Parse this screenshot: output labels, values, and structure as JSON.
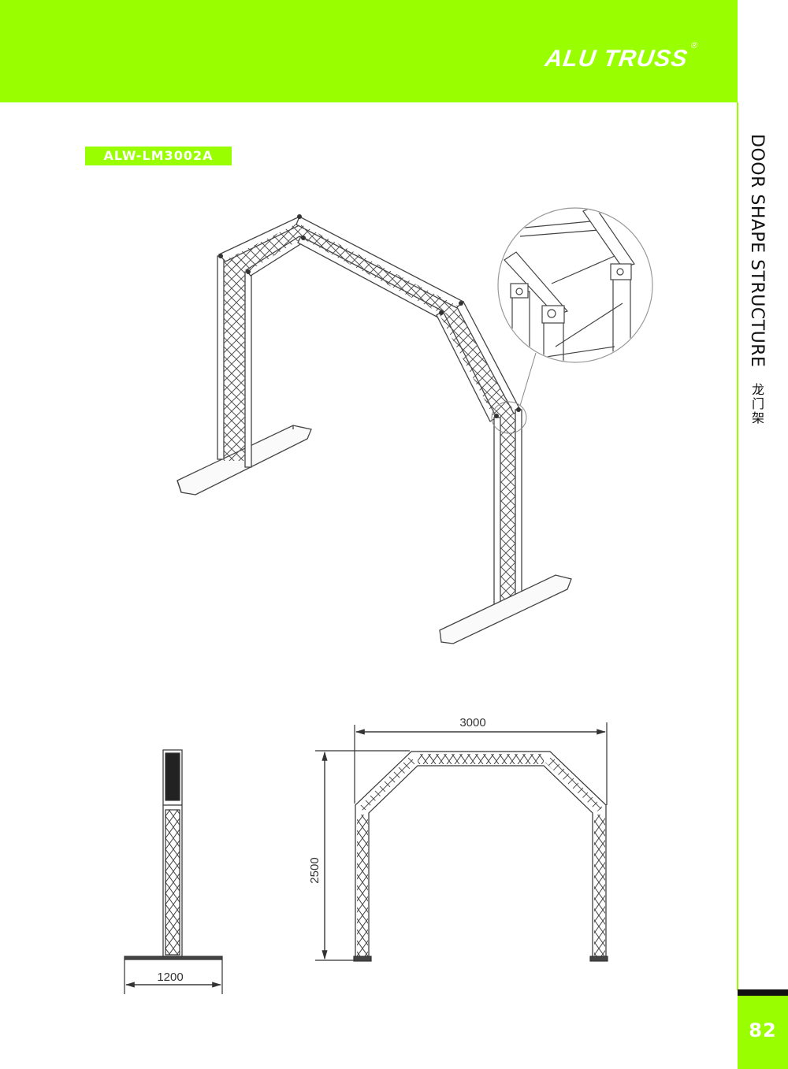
{
  "header": {
    "brand": "ALU TRUSS",
    "registered": "®",
    "background_color": "#99ff00"
  },
  "product": {
    "model": "ALW-LM3002A"
  },
  "sidebar": {
    "section_title": "DOOR SHAPE STRUCTURE",
    "section_title_cn": "龙门架"
  },
  "drawings": {
    "isometric": {
      "label": "isometric view of door-shape truss arch with base plates"
    },
    "detail": {
      "label": "detail view of truss corner coupler"
    },
    "side_view": {
      "width_dimension": "1200"
    },
    "front_view": {
      "width_dimension": "3000",
      "height_dimension": "2500"
    }
  },
  "footer": {
    "page_number": "82"
  }
}
